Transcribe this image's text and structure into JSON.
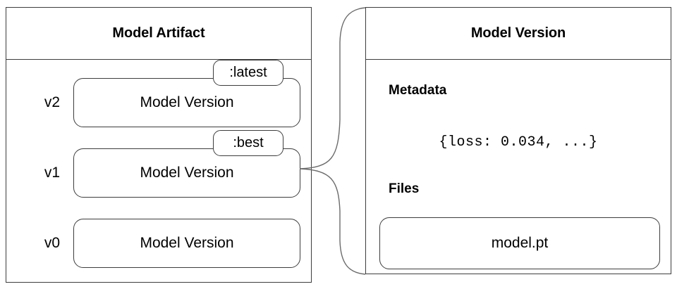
{
  "diagram": {
    "artifact_panel": {
      "title": "Model Artifact",
      "versions": [
        {
          "label": "v2",
          "box_label": "Model Version",
          "tag": ":latest"
        },
        {
          "label": "v1",
          "box_label": "Model Version",
          "tag": ":best"
        },
        {
          "label": "v0",
          "box_label": "Model Version",
          "tag": ""
        }
      ]
    },
    "version_panel": {
      "title": "Model Version",
      "metadata": {
        "heading": "Metadata",
        "value": "{loss: 0.034, ...}"
      },
      "files": {
        "heading": "Files",
        "items": [
          {
            "name": "model.pt"
          }
        ]
      }
    },
    "colors": {
      "panel_border": "#3d3d3d",
      "box_border": "#3d3d3d",
      "connector": "#6b6b6b",
      "background": "#ffffff",
      "text": "#000000"
    }
  }
}
